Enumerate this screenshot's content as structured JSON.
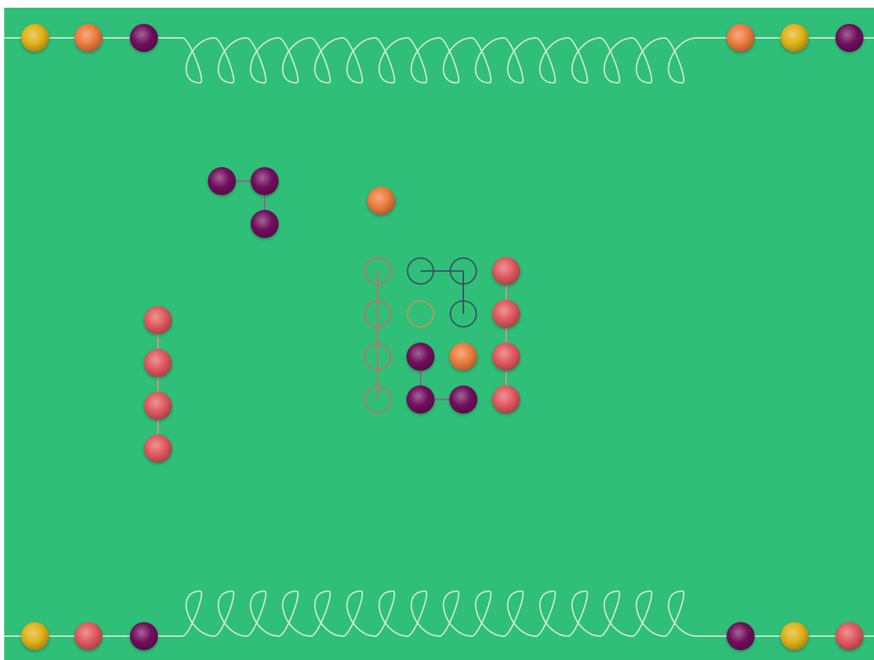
{
  "colors": {
    "board": "#2fbf78",
    "track": "#cfe8d6",
    "yellow": "#e0b21a",
    "orange": "#ec7d3e",
    "purple": "#72115e",
    "red": "#e05a5f",
    "slot_purple": "#3a4f63",
    "slot_red": "#c07060",
    "slot_orange": "#b99858"
  },
  "queues": {
    "top_left": [
      "yellow",
      "orange",
      "purple"
    ],
    "top_right": [
      "orange",
      "yellow",
      "purple"
    ],
    "bottom_left": [
      "yellow",
      "red",
      "purple"
    ],
    "bottom_right": [
      "purple",
      "yellow",
      "red"
    ]
  },
  "pieces": [
    {
      "id": "purple-l-piece",
      "color": "purple",
      "cells": [
        [
          0,
          0
        ],
        [
          1,
          0
        ],
        [
          1,
          1
        ]
      ],
      "links": [
        [
          0,
          1
        ],
        [
          1,
          2
        ]
      ]
    },
    {
      "id": "orange-single-piece",
      "color": "orange",
      "cells": [
        [
          0,
          0
        ]
      ],
      "links": []
    },
    {
      "id": "red-line-piece",
      "color": "red",
      "cells": [
        [
          0,
          0
        ],
        [
          0,
          1
        ],
        [
          0,
          2
        ],
        [
          0,
          3
        ]
      ],
      "links": [
        [
          0,
          1
        ],
        [
          1,
          2
        ],
        [
          2,
          3
        ]
      ]
    }
  ],
  "target_grid": {
    "cols": 4,
    "rows": 4,
    "cells": [
      {
        "c": 0,
        "r": 0,
        "state": "empty",
        "color": "red"
      },
      {
        "c": 0,
        "r": 1,
        "state": "empty",
        "color": "red"
      },
      {
        "c": 0,
        "r": 2,
        "state": "empty",
        "color": "red"
      },
      {
        "c": 0,
        "r": 3,
        "state": "empty",
        "color": "red"
      },
      {
        "c": 1,
        "r": 0,
        "state": "empty",
        "color": "purple"
      },
      {
        "c": 2,
        "r": 0,
        "state": "empty",
        "color": "purple"
      },
      {
        "c": 2,
        "r": 1,
        "state": "empty",
        "color": "purple"
      },
      {
        "c": 1,
        "r": 1,
        "state": "empty",
        "color": "orange"
      },
      {
        "c": 1,
        "r": 2,
        "state": "filled",
        "color": "purple"
      },
      {
        "c": 1,
        "r": 3,
        "state": "filled",
        "color": "purple"
      },
      {
        "c": 2,
        "r": 3,
        "state": "filled",
        "color": "purple"
      },
      {
        "c": 2,
        "r": 2,
        "state": "filled",
        "color": "orange"
      },
      {
        "c": 3,
        "r": 0,
        "state": "filled",
        "color": "red"
      },
      {
        "c": 3,
        "r": 1,
        "state": "filled",
        "color": "red"
      },
      {
        "c": 3,
        "r": 2,
        "state": "filled",
        "color": "red"
      },
      {
        "c": 3,
        "r": 3,
        "state": "filled",
        "color": "red"
      }
    ],
    "links": [
      {
        "from": [
          0,
          0
        ],
        "to": [
          0,
          1
        ],
        "color": "red"
      },
      {
        "from": [
          0,
          1
        ],
        "to": [
          0,
          2
        ],
        "color": "red"
      },
      {
        "from": [
          0,
          2
        ],
        "to": [
          0,
          3
        ],
        "color": "red"
      },
      {
        "from": [
          1,
          0
        ],
        "to": [
          2,
          0
        ],
        "color": "purple"
      },
      {
        "from": [
          2,
          0
        ],
        "to": [
          2,
          1
        ],
        "color": "purple"
      },
      {
        "from": [
          1,
          2
        ],
        "to": [
          1,
          3
        ],
        "color": "purple"
      },
      {
        "from": [
          1,
          3
        ],
        "to": [
          2,
          3
        ],
        "color": "purple"
      },
      {
        "from": [
          3,
          0
        ],
        "to": [
          3,
          1
        ],
        "color": "red"
      },
      {
        "from": [
          3,
          1
        ],
        "to": [
          3,
          2
        ],
        "color": "red"
      },
      {
        "from": [
          3,
          2
        ],
        "to": [
          3,
          3
        ],
        "color": "red"
      }
    ]
  }
}
